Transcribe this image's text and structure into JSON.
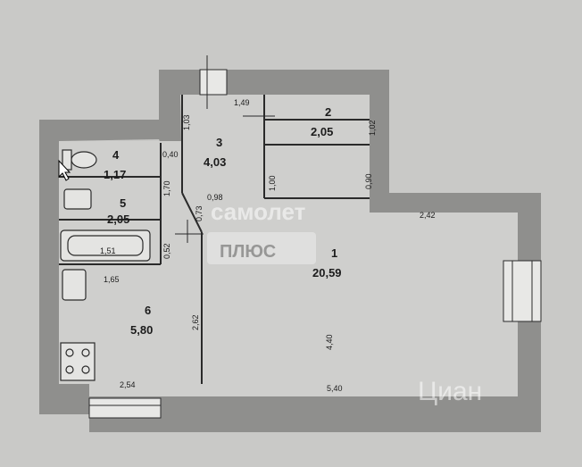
{
  "rooms": [
    {
      "id": "1",
      "area": "20,59"
    },
    {
      "id": "2",
      "area": "2,05"
    },
    {
      "id": "3",
      "area": "4,03"
    },
    {
      "id": "4",
      "area": "1,17"
    },
    {
      "id": "5",
      "area": "2,05"
    },
    {
      "id": "6",
      "area": "5,80"
    }
  ],
  "dimensions": [
    "1,49",
    "1,03",
    "1,02",
    "0,40",
    "0,98",
    "1,00",
    "0,90",
    "1,70",
    "0,73",
    "2,42",
    "0,52",
    "1,51",
    "1,65",
    "2,62",
    "4,40",
    "2,54",
    "5,40"
  ],
  "watermark": {
    "brand": "самолет",
    "badge": "ПЛЮС",
    "site": "Циан"
  },
  "colors": {
    "background": "#c9c9c7",
    "wall": "#8e8e8d",
    "line": "#2a2a2a"
  }
}
